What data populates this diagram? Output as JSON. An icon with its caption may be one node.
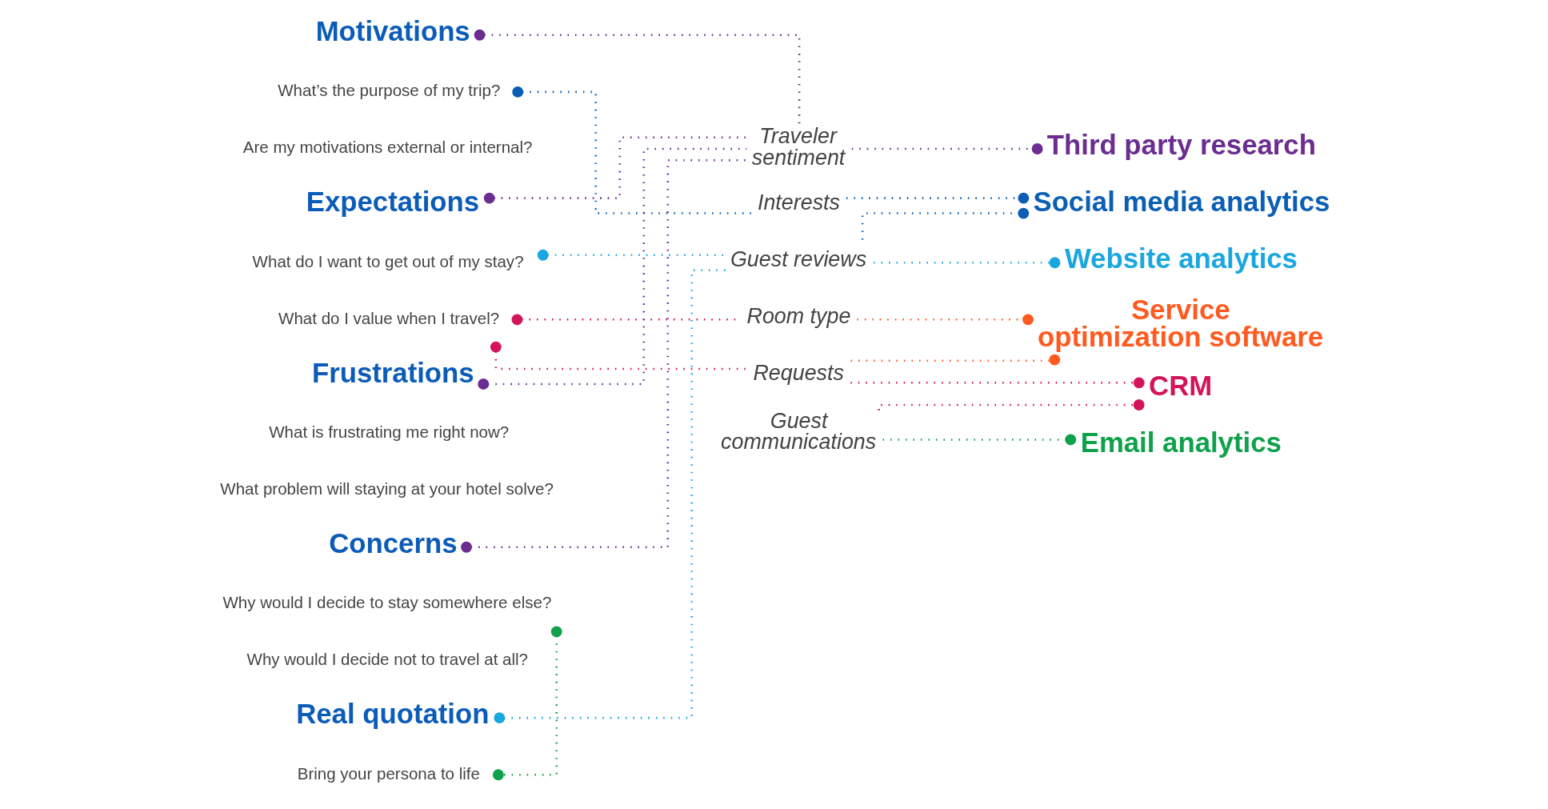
{
  "diagram": {
    "nodes": [
      {
        "text": [
          "Motivations"
        ]
      },
      {
        "text": [
          "What’s the purpose of my trip?"
        ]
      },
      {
        "text": [
          "Are my motivations external or internal?"
        ]
      },
      {
        "text": [
          "Expectations"
        ]
      },
      {
        "text": [
          "What do I want to get out of my stay?"
        ]
      },
      {
        "text": [
          "What do I value when I travel?"
        ]
      },
      {
        "text": [
          "Frustrations"
        ]
      },
      {
        "text": [
          "What is frustrating me right now?"
        ]
      },
      {
        "text": [
          "What problem will staying at your hotel solve?"
        ]
      },
      {
        "text": [
          "Concerns"
        ]
      },
      {
        "text": [
          "Why would I decide to stay somewhere else?"
        ]
      },
      {
        "text": [
          "Why would I decide not to travel at all?"
        ]
      },
      {
        "text": [
          "Real quotation"
        ]
      },
      {
        "text": [
          "Bring your persona to life"
        ]
      },
      {
        "text": [
          "Traveler sentiment"
        ]
      },
      {
        "text": [
          "Interests"
        ]
      },
      {
        "text": [
          "Guest reviews"
        ]
      },
      {
        "text": [
          "Room type"
        ]
      },
      {
        "text": [
          "Requests"
        ]
      },
      {
        "text": [
          "Guest communications"
        ]
      },
      {
        "text": [
          "Third party research"
        ]
      },
      {
        "text": [
          "Social media analytics"
        ]
      },
      {
        "text": [
          "Website analytics"
        ]
      },
      {
        "text": [
          "Service optimization software"
        ]
      },
      {
        "text": [
          "CRM"
        ]
      },
      {
        "text": [
          "Email analytics"
        ]
      }
    ],
    "edges": [
      {
        "from": 0,
        "to": 14,
        "arrow": "other",
        "style": "dashed",
        "color": "#6b2d8f"
      },
      {
        "from": 1,
        "to": 15,
        "arrow": "other",
        "style": "dashed",
        "color": "#0a5fb4"
      },
      {
        "from": 3,
        "to": 14,
        "arrow": "other",
        "style": "dashed",
        "color": "#6b2d8f"
      },
      {
        "from": 4,
        "to": 16,
        "arrow": "other",
        "style": "dashed",
        "color": "#1aa7e0"
      },
      {
        "from": 5,
        "to": 17,
        "arrow": "other",
        "style": "dashed",
        "color": "#d4145a"
      },
      {
        "from": 5,
        "to": 18,
        "arrow": "other",
        "style": "dashed",
        "color": "#d4145a"
      },
      {
        "from": 6,
        "to": 14,
        "arrow": "other",
        "style": "dashed",
        "color": "#6b2d8f"
      },
      {
        "from": 9,
        "to": 14,
        "arrow": "other",
        "style": "dashed",
        "color": "#6b2d8f"
      },
      {
        "from": 10,
        "to": 13,
        "arrow": "other",
        "style": "dashed",
        "color": "#0fa14b"
      },
      {
        "from": 12,
        "to": 16,
        "arrow": "other",
        "style": "dashed",
        "color": "#1aa7e0"
      },
      {
        "from": 14,
        "to": 20,
        "arrow": "other",
        "style": "dashed",
        "color": "#6b2d8f"
      },
      {
        "from": 15,
        "to": 21,
        "arrow": "other",
        "style": "dashed",
        "color": "#0a5fb4"
      },
      {
        "from": 16,
        "to": 21,
        "arrow": "other",
        "style": "dashed",
        "color": "#0a5fb4"
      },
      {
        "from": 16,
        "to": 22,
        "arrow": "other",
        "style": "dashed",
        "color": "#1aa7e0"
      },
      {
        "from": 17,
        "to": 23,
        "arrow": "other",
        "style": "dashed",
        "color": "#ff5a1f"
      },
      {
        "from": 18,
        "to": 23,
        "arrow": "other",
        "style": "dashed",
        "color": "#ff5a1f"
      },
      {
        "from": 18,
        "to": 24,
        "arrow": "other",
        "style": "dashed",
        "color": "#d4145a"
      },
      {
        "from": 19,
        "to": 24,
        "arrow": "other",
        "style": "dashed",
        "color": "#d4145a"
      },
      {
        "from": 19,
        "to": 25,
        "arrow": "other",
        "style": "dashed",
        "color": "#0fa14b"
      }
    ]
  }
}
